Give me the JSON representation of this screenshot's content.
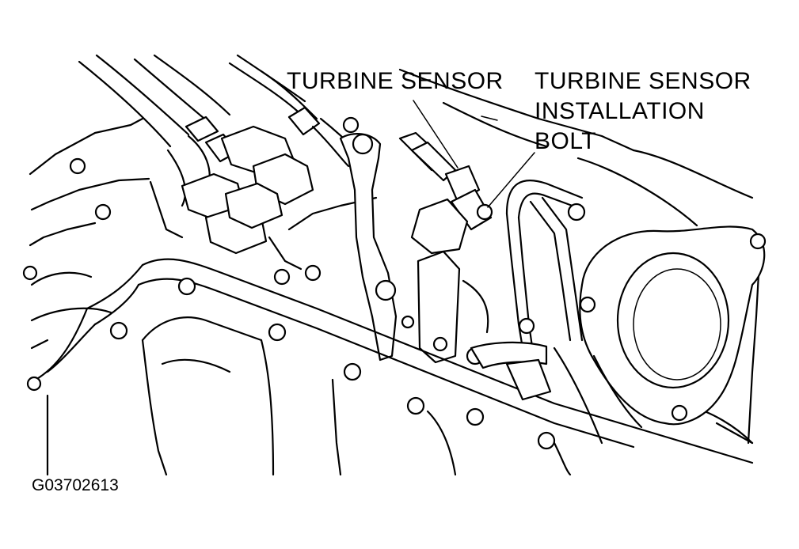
{
  "labels": {
    "turbine_sensor": "TURBINE SENSOR",
    "bolt_line1": "TURBINE SENSOR",
    "bolt_line2": "INSTALLATION",
    "bolt_line3": "BOLT"
  },
  "figure_code": "G03702613"
}
